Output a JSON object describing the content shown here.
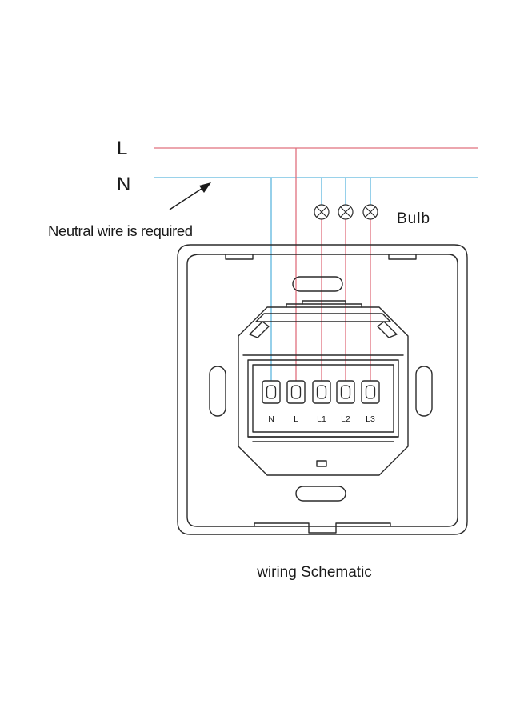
{
  "line_labels": {
    "live": "L",
    "neutral": "N"
  },
  "neutral_note": "Neutral wire is required",
  "bulb_label": "Bulb",
  "terminals": [
    "N",
    "L",
    "L1",
    "L2",
    "L3"
  ],
  "caption": "wiring Schematic",
  "colors": {
    "live_wire": "#e0707e",
    "neutral_wire": "#5eb7de",
    "outline": "#2a2a2a"
  }
}
